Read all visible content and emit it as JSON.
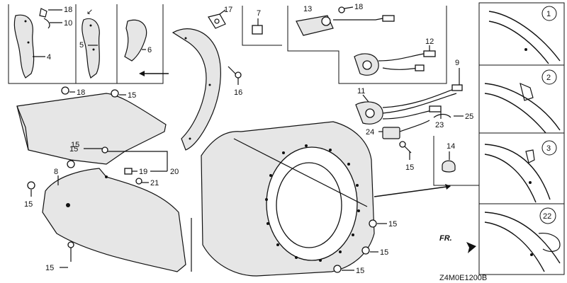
{
  "callouts": {
    "c18a": "18",
    "c10": "10",
    "c4": "4",
    "c5": "5",
    "c6": "6",
    "c17": "17",
    "c7": "7",
    "c13": "13",
    "c18b": "18",
    "c12": "12",
    "c9": "9",
    "c11": "11",
    "c25": "25",
    "c23": "23",
    "c24": "24",
    "c16": "16",
    "c18c": "18",
    "c15a": "15",
    "c15b": "15",
    "c15c": "15",
    "c8": "8",
    "c19": "19",
    "c20": "20",
    "c21": "21",
    "c15d": "15",
    "c15e": "15",
    "c15f": "15",
    "c15g": "15",
    "c15h": "15",
    "c15i": "15",
    "c14": "14"
  },
  "detail_panels": {
    "p1": "1",
    "p2": "2",
    "p3": "3",
    "p22": "22"
  },
  "front_arrow_label": "FR.",
  "diagram_code": "Z4M0E1200B"
}
